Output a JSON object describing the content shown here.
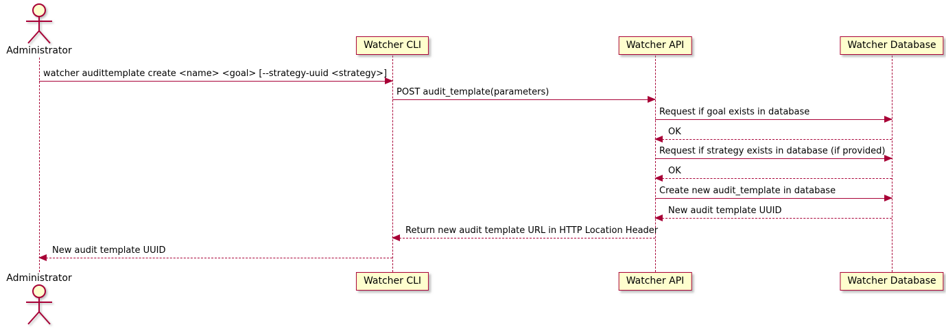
{
  "diagram": {
    "type": "sequence-diagram",
    "colors": {
      "participant_fill": "#FEFECE",
      "line_stroke": "#A80036",
      "text": "#000000"
    },
    "actor": {
      "name": "Administrator"
    },
    "participants": [
      {
        "label": "Watcher CLI"
      },
      {
        "label": "Watcher API"
      },
      {
        "label": "Watcher Database"
      }
    ],
    "messages": [
      {
        "from": "Administrator",
        "to": "Watcher CLI",
        "style": "solid",
        "text": "watcher audittemplate create <name> <goal> [--strategy-uuid <strategy>]"
      },
      {
        "from": "Watcher CLI",
        "to": "Watcher API",
        "style": "solid",
        "text": "POST audit_template(parameters)"
      },
      {
        "from": "Watcher API",
        "to": "Watcher Database",
        "style": "solid",
        "text": "Request if goal exists in database"
      },
      {
        "from": "Watcher Database",
        "to": "Watcher API",
        "style": "dashed",
        "text": "OK"
      },
      {
        "from": "Watcher API",
        "to": "Watcher Database",
        "style": "solid",
        "text": "Request if strategy exists in database (if provided)"
      },
      {
        "from": "Watcher Database",
        "to": "Watcher API",
        "style": "dashed",
        "text": "OK"
      },
      {
        "from": "Watcher API",
        "to": "Watcher Database",
        "style": "solid",
        "text": "Create new audit_template in database"
      },
      {
        "from": "Watcher Database",
        "to": "Watcher API",
        "style": "dashed",
        "text": "New audit template UUID"
      },
      {
        "from": "Watcher API",
        "to": "Watcher CLI",
        "style": "dashed",
        "text": "Return new audit template URL in HTTP Location Header"
      },
      {
        "from": "Watcher CLI",
        "to": "Administrator",
        "style": "dashed",
        "text": "New audit template UUID"
      }
    ]
  }
}
